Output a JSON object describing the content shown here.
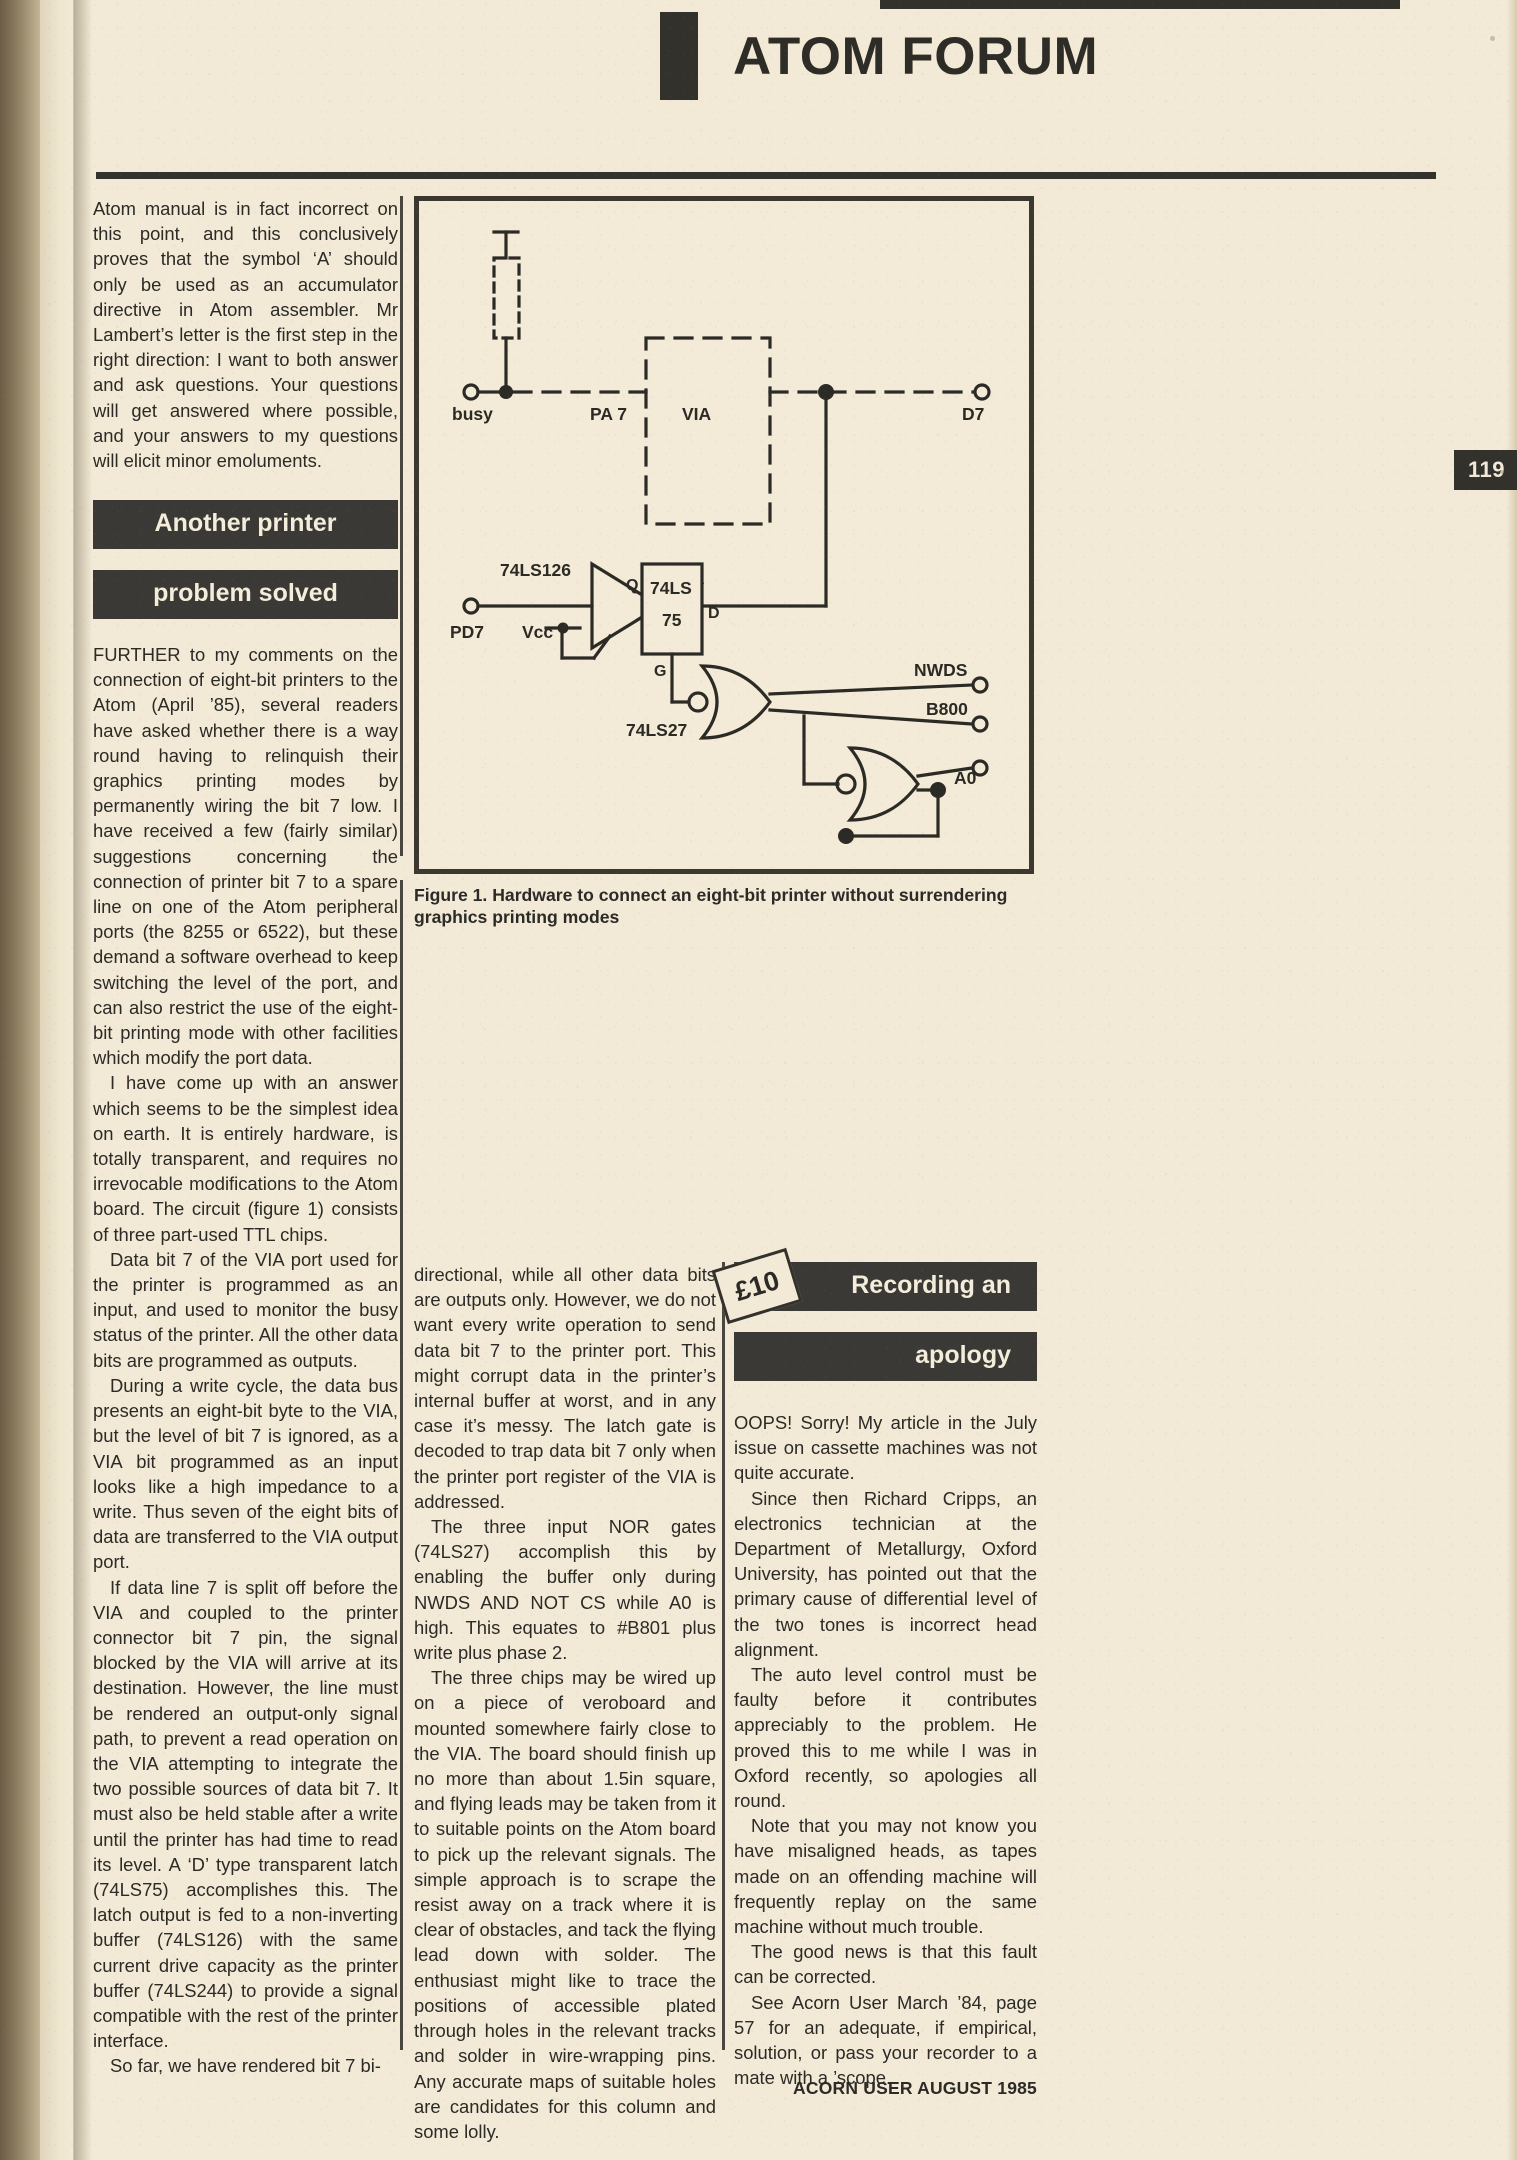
{
  "masthead": {
    "title": "ATOM FORUM"
  },
  "page_number": "119",
  "column1": {
    "intro_paragraphs": [
      "Atom manual is in fact incorrect on this point, and this conclusively proves that the symbol ‘A’ should only be used as an accumulator directive in Atom assembler. Mr Lambert’s letter is the first step in the right direction: I want to both answer and ask questions. Your questions will get answered where possible, and your answers to my questions will elicit minor emoluments."
    ],
    "headline_line1": "Another printer",
    "headline_line2": "problem solved",
    "body_paragraphs": [
      "FURTHER to my comments on the connection of eight-bit printers to the Atom (April ’85), several readers have asked whether there is a way round having to relinquish their graphics printing modes by permanently wiring the bit 7 low. I have received a few (fairly similar) suggestions concerning the connection of printer bit 7 to a spare line on one of the Atom peripheral ports (the 8255 or 6522), but these demand a software overhead to keep switching the level of the port, and can also restrict the use of the eight-bit printing mode with other facilities which modify the port data.",
      "I have come up with an answer which seems to be the simplest idea on earth. It is entirely hardware, is totally transparent, and requires no irrevocable modifications to the Atom board. The circuit (figure 1) consists of three part-used TTL chips.",
      "Data bit 7 of the VIA port used for the printer is programmed as an input, and used to monitor the busy status of the printer. All the other data bits are programmed as outputs.",
      "During a write cycle, the data bus presents an eight-bit byte to the VIA, but the level of bit 7 is ignored, as a VIA bit programmed as an input looks like a high impedance to a write. Thus seven of the eight bits of data are transferred to the VIA output port.",
      "If data line 7 is split off before the VIA and coupled to the printer connector bit 7 pin, the signal blocked by the VIA will arrive at its destination. However, the line must be rendered an output-only signal path, to prevent a read operation on the VIA attempting to integrate the two possible sources of data bit 7. It must also be held stable after a write until the printer has had time to read its level. A ‘D’ type transparent latch (74LS75) accomplishes this. The latch output is fed to a non-inverting buffer (74LS126) with the same current drive capacity as the printer buffer (74LS244) to provide a signal compatible with the rest of the printer interface.",
      "So far, we have rendered bit 7 bi-"
    ]
  },
  "figure": {
    "caption": "Figure 1. Hardware to connect an eight-bit printer without surrendering graphics printing modes",
    "labels": {
      "busy": "busy",
      "pa7": "PA 7",
      "via": "VIA",
      "d7": "D7",
      "buffer_chip": "74LS126",
      "pd7": "PD7",
      "vcc": "Vcc",
      "latch_chip_line1": "74LS",
      "latch_chip_line2": "75",
      "latch_q": "Q",
      "latch_d": "D",
      "latch_g": "G",
      "nor_chip": "74LS27",
      "nwds": "NWDS",
      "b800": "B800",
      "a0": "A0"
    }
  },
  "column2": {
    "paragraphs": [
      "directional, while all other data bits are outputs only. However, we do not want every write operation to send data bit 7 to the printer port. This might corrupt data in the printer’s internal buffer at worst, and in any case it’s messy. The latch gate is decoded to trap data bit 7 only when the printer port register of the VIA is addressed.",
      "The three input NOR gates (74LS27) accomplish this by enabling the buffer only during NWDS AND NOT CS while A0 is high. This equates to #B801 plus write plus phase 2.",
      "The three chips may be wired up on a piece of veroboard and mounted somewhere fairly close to the VIA. The board should finish up no more than about 1.5in square, and flying leads may be taken from it to suitable points on the Atom board to pick up the relevant signals. The simple approach is to scrape the resist away on a track where it is clear of obstacles, and tack the flying lead down with solder. The enthusiast might like to trace the positions of accessible plated through holes in the relevant tracks and solder in wire-wrapping pins. Any accurate maps of suitable holes are candidates for this column and some lolly."
    ]
  },
  "column3": {
    "prize_flash": "£10",
    "headline_line1": "Recording an",
    "headline_line2": "apology",
    "paragraphs": [
      "OOPS! Sorry! My article in the July issue on cassette machines was not quite accurate.",
      "Since then Richard Cripps, an electronics technician at the Department of Metallurgy, Oxford University, has pointed out that the primary cause of differential level of the two tones is incorrect head alignment.",
      "The auto level control must be faulty before it contributes appreciably to the problem. He proved this to me while I was in Oxford recently, so apologies all round.",
      "Note that you may not know you have misaligned heads, as tapes made on an offending machine will frequently replay on the same machine without much trouble.",
      "The good news is that this fault can be corrected.",
      "See Acorn User March ’84, page 57 for an adequate, if empirical, solution, or pass your recorder to a mate with a ’scope."
    ]
  },
  "footer": {
    "text": "ACORN USER AUGUST 1985"
  }
}
